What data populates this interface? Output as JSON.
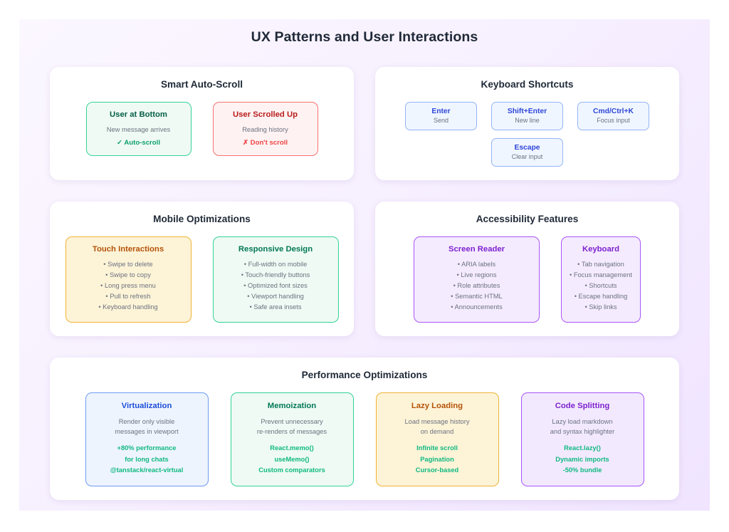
{
  "page": {
    "title": "UX Patterns and User Interactions",
    "background_start": "#fbf7ff",
    "background_end": "#f0e4ff"
  },
  "panels": {
    "auto_scroll": {
      "title": "Smart Auto-Scroll",
      "cards": [
        {
          "name": "user-at-bottom",
          "title": "User at Bottom",
          "desc": "New message arrives",
          "result": "✓ Auto-scroll",
          "color": "#0d9f6e"
        },
        {
          "name": "user-scrolled-up",
          "title": "User Scrolled Up",
          "desc": "Reading history",
          "result": "✗ Don't scroll",
          "color": "#ef4444"
        }
      ]
    },
    "keyboard_shortcuts": {
      "title": "Keyboard Shortcuts",
      "row1": [
        {
          "key": "Enter",
          "action": "Send"
        },
        {
          "key": "Shift+Enter",
          "action": "New line"
        },
        {
          "key": "Cmd/Ctrl+K",
          "action": "Focus input"
        }
      ],
      "row2": [
        {
          "key": "Escape",
          "action": "Clear input"
        }
      ]
    },
    "mobile": {
      "title": "Mobile Optimizations",
      "cards": [
        {
          "name": "touch-interactions",
          "title": "Touch Interactions",
          "items": [
            "• Swipe to delete",
            "• Swipe to copy",
            "• Long press menu",
            "• Pull to refresh",
            "• Keyboard handling"
          ]
        },
        {
          "name": "responsive-design",
          "title": "Responsive Design",
          "items": [
            "• Full-width on mobile",
            "• Touch-friendly buttons",
            "• Optimized font sizes",
            "• Viewport handling",
            "• Safe area insets"
          ]
        }
      ]
    },
    "accessibility": {
      "title": "Accessibility Features",
      "cards": [
        {
          "name": "screen-reader",
          "title": "Screen Reader",
          "items": [
            "• ARIA labels",
            "• Live regions",
            "• Role attributes",
            "• Semantic HTML",
            "• Announcements"
          ]
        },
        {
          "name": "keyboard",
          "title": "Keyboard",
          "items": [
            "• Tab navigation",
            "• Focus management",
            "• Shortcuts",
            "• Escape handling",
            "• Skip links"
          ]
        }
      ]
    },
    "performance": {
      "title": "Performance Optimizations",
      "cards": [
        {
          "name": "virtualization",
          "title": "Virtualization",
          "desc_lines": [
            "Render only visible",
            "messages in viewport"
          ],
          "metrics": [
            "+80% performance",
            "for long chats",
            "@tanstack/react-virtual"
          ]
        },
        {
          "name": "memoization",
          "title": "Memoization",
          "desc_lines": [
            "Prevent unnecessary",
            "re-renders of messages"
          ],
          "metrics": [
            "React.memo()",
            "useMemo()",
            "Custom comparators"
          ]
        },
        {
          "name": "lazy-loading",
          "title": "Lazy Loading",
          "desc_lines": [
            "Load message history",
            "on demand"
          ],
          "metrics": [
            "Infinite scroll",
            "Pagination",
            "Cursor-based"
          ]
        },
        {
          "name": "code-splitting",
          "title": "Code Splitting",
          "desc_lines": [
            "Lazy load markdown",
            "and syntax highlighter"
          ],
          "metrics": [
            "React.lazy()",
            "Dynamic imports",
            "-50% bundle"
          ]
        }
      ]
    }
  }
}
